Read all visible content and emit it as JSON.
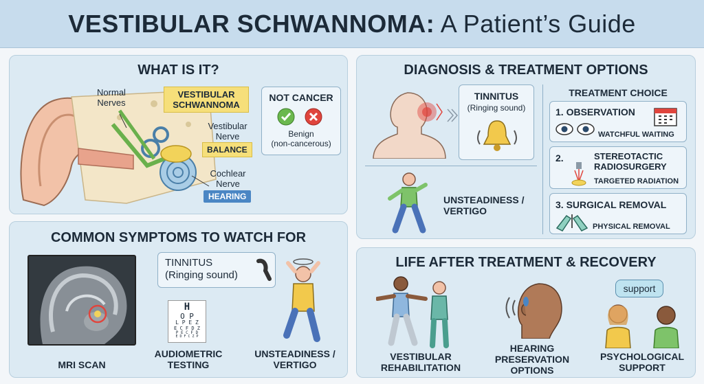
{
  "header": {
    "title_main": "VESTIBULAR SCHWANNOMA:",
    "title_sub": " A Patient’s Guide"
  },
  "what_is_it": {
    "title": "WHAT IS IT?",
    "normal_nerves": "Normal\nNerves",
    "tumor_label": "VESTIBULAR\nSCHWANNOMA",
    "vestibular_nerve": "Vestibular\nNerve",
    "balance": "BALANCE",
    "cochlear_nerve": "Cochlear\nNerve",
    "hearing": "HEARING",
    "not_cancer": "NOT CANCER",
    "benign": "Benign\n(non-cancerous)"
  },
  "symptoms": {
    "title": "COMMON SYMPTOMS TO WATCH FOR",
    "mri": "MRI SCAN",
    "tinnitus": "TINNITUS\n(Ringing sound)",
    "audiometric": "AUDIOMETRIC\nTESTING",
    "unsteadiness": "UNSTEADINESS /\nVERTIGO",
    "eye_chart_rows": [
      "H",
      "O P",
      "L P E Z",
      "E C F D Z",
      "P E C F D",
      "E D F C Z P"
    ]
  },
  "diagnosis": {
    "title": "DIAGNOSIS & TREATMENT OPTIONS",
    "tinnitus": "TINNITUS",
    "tinnitus_sub": "(Ringing sound)",
    "unsteadiness": "UNSTEADINESS /\nVERTIGO",
    "treatment_choice": "TREATMENT CHOICE",
    "options": [
      {
        "label": "1. OBSERVATION",
        "sub": "WATCHFUL WAITING"
      },
      {
        "label": "2.",
        "label2": "STEREOTACTIC\nRADIOSURGERY",
        "sub": "TARGETED RADIATION"
      },
      {
        "label": "3. SURGICAL REMOVAL",
        "sub": "PHYSICAL REMOVAL"
      }
    ]
  },
  "recovery": {
    "title": "LIFE AFTER TREATMENT & RECOVERY",
    "items": [
      "VESTIBULAR\nREHABILITATION",
      "HEARING\nPRESERVATION\nOPTIONS",
      "PSYCHOLOGICAL\nSUPPORT"
    ],
    "bubble": "support"
  },
  "colors": {
    "panel": "#dceaf3",
    "title_bar": "#c7dced",
    "balance_tag": "#f6df7a",
    "hearing_tag": "#4a86c4",
    "tumor": "#f2d35a",
    "alert_red": "#e0453d"
  }
}
